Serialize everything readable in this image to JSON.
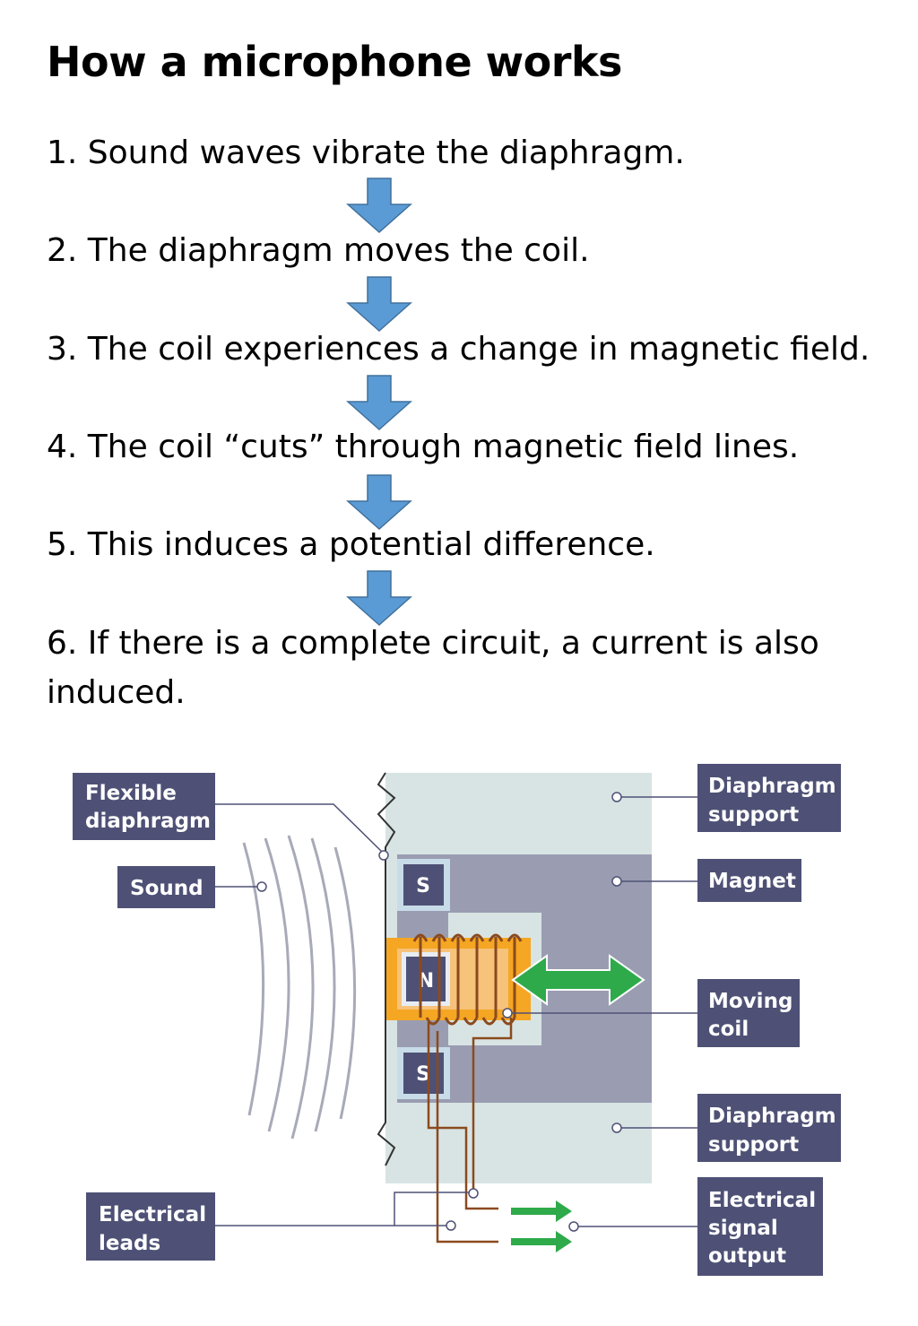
{
  "title": "How a microphone works",
  "steps": [
    "1. Sound waves vibrate the diaphragm.",
    "2. The diaphragm moves the coil.",
    "3. The coil experiences a change in magnetic field.",
    "4. The coil “cuts” through magnetic field lines.",
    "5. This induces a potential difference.",
    "6. If there is a complete circuit, a current is also induced."
  ],
  "arrow_icon": "down-arrow-icon",
  "colors": {
    "arrow_blue": "#5b9bd5",
    "label_box": "#4e5175",
    "casing": "#d8e4e4",
    "magnet_body": "#9a9db1",
    "coil_orange": "#f5a623",
    "coil_wire": "#8b4a1e",
    "motion_arrow": "#2eaa4a"
  },
  "diagram": {
    "labels": {
      "flexible_diaphragm": [
        "Flexible",
        "diaphragm"
      ],
      "sound": [
        "Sound"
      ],
      "electrical_leads": [
        "Electrical",
        "leads"
      ],
      "diaphragm_support_top": [
        "Diaphragm",
        "support"
      ],
      "magnet": [
        "Magnet"
      ],
      "moving_coil": [
        "Moving",
        "coil"
      ],
      "diaphragm_support_bottom": [
        "Diaphragm",
        "support"
      ],
      "electrical_signal_output": [
        "Electrical",
        "signal",
        "output"
      ]
    },
    "poles": {
      "top": "S",
      "middle": "N",
      "bottom": "S"
    }
  }
}
